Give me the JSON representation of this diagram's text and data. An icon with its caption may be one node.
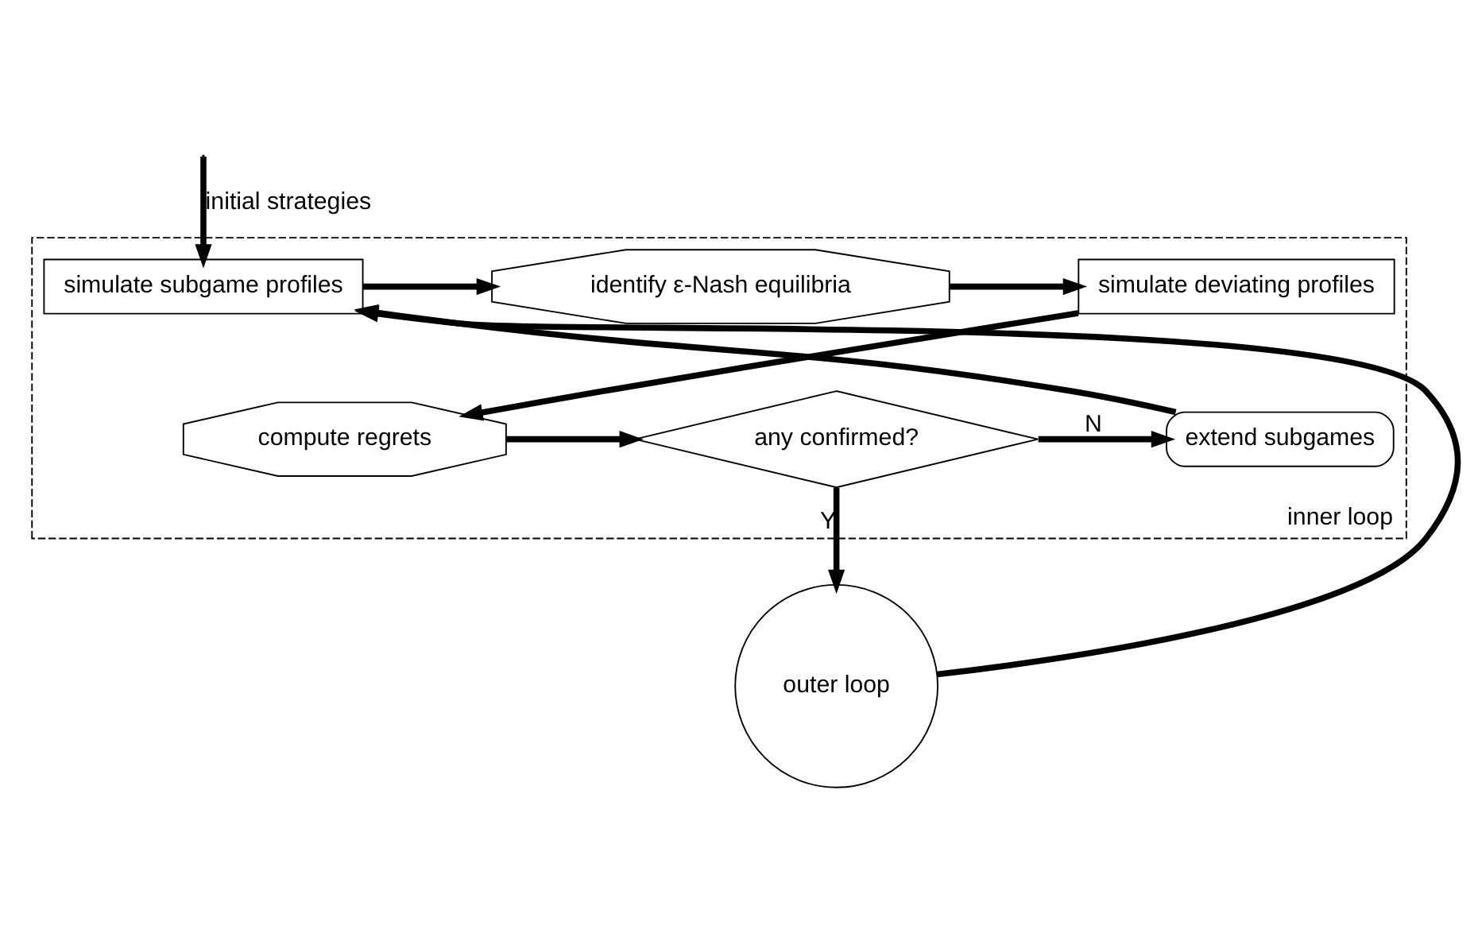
{
  "diagram": {
    "nodes": [
      {
        "text": [
          "inner loop"
        ]
      },
      {
        "text": [
          "simulate subgame profiles"
        ],
        "in": 0
      },
      {
        "text": [
          "identify ε-Nash equilibria"
        ],
        "in": 0
      },
      {
        "text": [
          "simulate deviating profiles"
        ],
        "in": 0
      },
      {
        "text": [
          "compute regrets"
        ],
        "in": 0
      },
      {
        "text": [
          "any confirmed?"
        ],
        "in": 0
      },
      {
        "text": [
          "extend subgames"
        ],
        "in": 0
      },
      {
        "text": [
          "outer loop"
        ]
      }
    ],
    "edges": [
      {
        "from": null,
        "to": 1,
        "arrow": "to",
        "label": "initial strategies"
      },
      {
        "from": 1,
        "to": 2,
        "arrow": "to"
      },
      {
        "from": 2,
        "to": 3,
        "arrow": "to"
      },
      {
        "from": 3,
        "to": 4,
        "arrow": "to"
      },
      {
        "from": 4,
        "to": 5,
        "arrow": "to"
      },
      {
        "from": 5,
        "to": 6,
        "arrow": "to",
        "label": "N"
      },
      {
        "from": 6,
        "to": 1,
        "arrow": "to"
      },
      {
        "from": 5,
        "to": 7,
        "arrow": "to",
        "label": "Y"
      },
      {
        "from": 7,
        "to": 1,
        "arrow": "to"
      }
    ]
  }
}
